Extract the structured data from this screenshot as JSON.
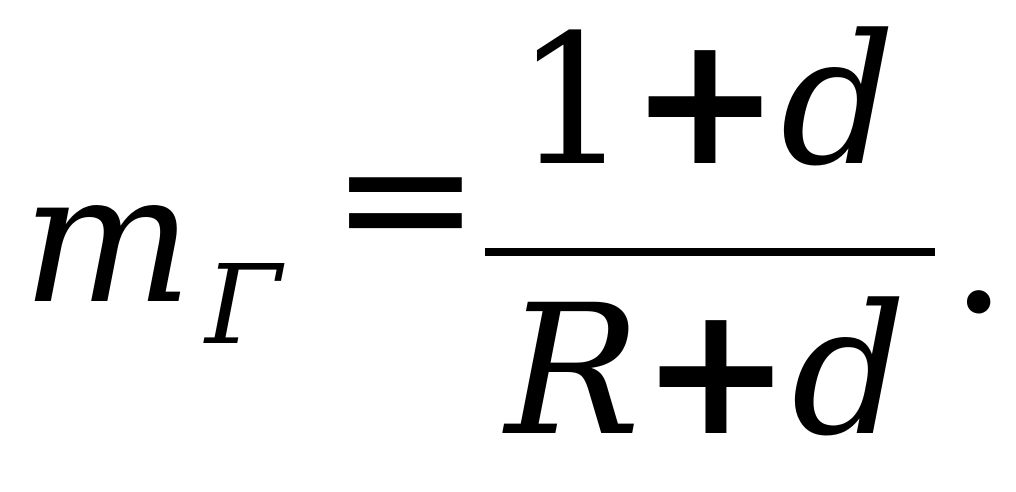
{
  "formula": {
    "lhs_symbol": "m",
    "lhs_subscript": "Γ",
    "equals": "=",
    "numerator": {
      "a": "1",
      "op": "+",
      "b": "d"
    },
    "denominator": {
      "a": "R",
      "op": "+",
      "b": "d"
    },
    "terminator": "."
  }
}
